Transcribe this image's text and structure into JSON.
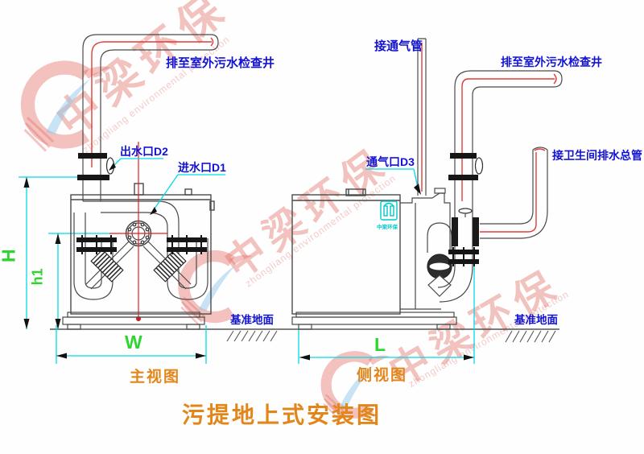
{
  "drawing": {
    "title": "污提地上式安装图",
    "front_view_caption": "主视图",
    "side_view_caption": "侧视图"
  },
  "annotations": {
    "discharge_to_well_front": "排至室外污水检查井",
    "discharge_to_well_side": "排至室外污水检查井",
    "connect_vent_pipe": "接通气管",
    "outlet_d2": "出水口D2",
    "inlet_d1": "进水口D1",
    "vent_port_d3": "通气口D3",
    "connect_toilet_drain_main": "接卫生间排水总管",
    "datum_ground_front": "基准地面",
    "datum_ground_side": "基准地面"
  },
  "dimensions": {
    "overall_height": "H",
    "inlet_height": "h1",
    "width": "W",
    "length": "L"
  },
  "watermark": {
    "brand_cn": "中梁环保",
    "brand_en": "zhongliang environmental protection"
  },
  "tank_logo_text": "中梁环保",
  "colors": {
    "annotation_blue": "#1212d2",
    "dimension_cyan": "#00dce4",
    "dimension_green": "#2fd52f",
    "caption_orange": "#e2861a",
    "pipe_red": "#e03c36",
    "centerline_red": "#e02020",
    "watermark_red": "#e06a62",
    "tank_logo_cyan": "#00c9c9"
  }
}
